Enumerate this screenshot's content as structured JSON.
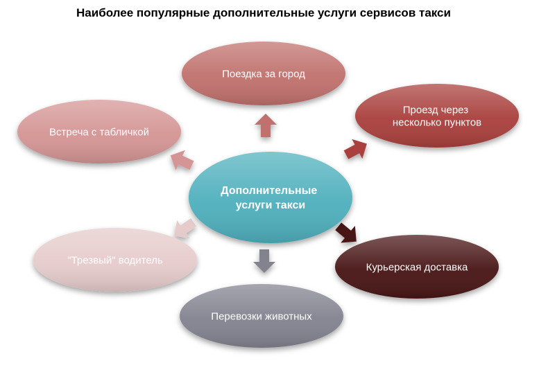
{
  "title": "Наиболее популярные дополнительные услуги сервисов такси",
  "center": {
    "lines": [
      "Дополнительные",
      "услуги такси"
    ],
    "color": "#4fb0bd"
  },
  "nodes": [
    {
      "lines": [
        "Поездка за город"
      ],
      "color": "#c0716d",
      "text_color": "#ffffff"
    },
    {
      "lines": [
        "Проезд через",
        "несколько пунктов"
      ],
      "color": "#a9403c",
      "text_color": "#ffffff"
    },
    {
      "lines": [
        "Курьерская доставка"
      ],
      "color": "#4a1717",
      "text_color": "#ffffff"
    },
    {
      "lines": [
        "Перевозки животных"
      ],
      "color": "#82838f",
      "text_color": "#ffffff"
    },
    {
      "lines": [
        "\"Трезвый\" водитель"
      ],
      "color": "#e6cbcb",
      "text_color": "#ffffff"
    },
    {
      "lines": [
        "Встреча с табличкой"
      ],
      "color": "#d49594",
      "text_color": "#ffffff"
    }
  ]
}
